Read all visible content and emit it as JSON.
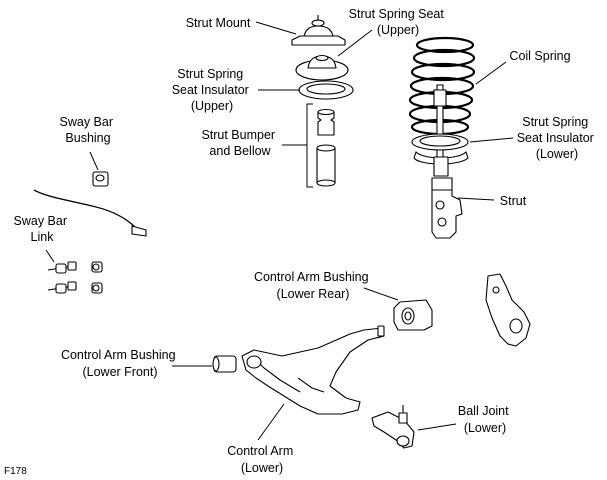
{
  "labels": {
    "strut_mount": [
      "Strut Mount"
    ],
    "strut_spring_seat_upper": [
      "Strut Spring Seat",
      "(Upper)"
    ],
    "coil_spring": [
      "Coil Spring"
    ],
    "strut_spring_seat_insulator_upper": [
      "Strut Spring",
      "Seat Insulator",
      "(Upper)"
    ],
    "strut_spring_seat_insulator_lower": [
      "Strut Spring",
      "Seat Insulator",
      "(Lower)"
    ],
    "strut_bumper_and_bellow": [
      "Strut Bumper",
      "and Bellow"
    ],
    "sway_bar_bushing": [
      "Sway Bar",
      "Bushing"
    ],
    "strut": [
      "Strut"
    ],
    "sway_bar_link": [
      "Sway Bar",
      "Link"
    ],
    "control_arm_bushing_lower_rear": [
      "Control Arm Bushing",
      "(Lower Rear)"
    ],
    "control_arm_bushing_lower_front": [
      "Control Arm Bushing",
      "(Lower Front)"
    ],
    "ball_joint_lower": [
      "Ball Joint",
      "(Lower)"
    ],
    "control_arm_lower": [
      "Control Arm",
      "(Lower)"
    ]
  },
  "figure_code": "F178"
}
